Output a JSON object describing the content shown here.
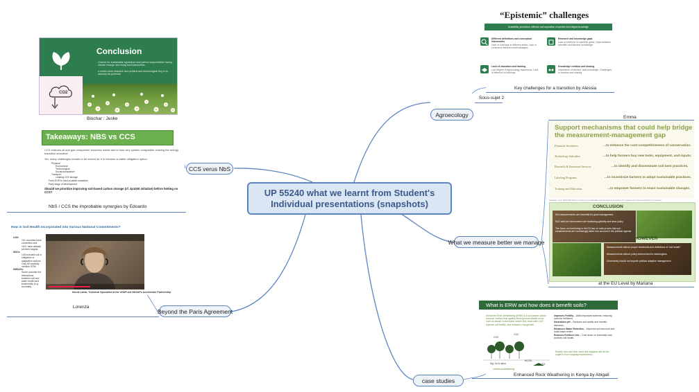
{
  "central": {
    "title": "UP 55240 what we learnt from Student's Individual presentations (snapshots)"
  },
  "topics": {
    "agroecology": "Agroecology",
    "ccs_vs_nbs": "CCS verus NbS",
    "measure": "What we measure better we manage",
    "paris": "Beyond the Paris Agreement",
    "case_studies": "case studies"
  },
  "captions": {
    "biochar": "Biochar : Jeske",
    "nbs_ccs": "NbS / CCS the improbable synergies by Edoardo",
    "soil_health": "Lorenza",
    "alessia": "Key challenges for a transition by Alessia",
    "sous_sujet": "Sous-sujet 2",
    "emma": "Emma",
    "mariana": "at the EU Level by  Mariana",
    "abigail": "Enhanced Rock Weathering in Kenya by Abigail"
  },
  "conclusion_slide": {
    "title": "Conclusion",
    "points": [
      "Chance for sustainable agriculture and carbon sequestration facing climate change and rising food insecurities",
      "A needs more research and political and technological buy-in to advance its potential"
    ],
    "co2": "CO2"
  },
  "takeaways_slide": {
    "title": "Takeaways: NBS vs CCS",
    "line1": "CCS endures oil and gas companies' business model and is thus very system compatible, making the energy transition smoother",
    "line2": "Yet, many challenges remain to be solved for it to become a viable mitigation option.",
    "bullets": [
      "Physical",
      "Economical",
      "Technological",
      "Social acceptance",
      "Transport",
      "Leaking CO2 storage"
    ],
    "line3": "From EOR to hard-to-abate industries",
    "line4": "Early stage of development",
    "question": "Should we prioritize improving soil-based carbon storage (cf. 4p1000 initiative) before betting on CCS?"
  },
  "soil_slide": {
    "title": "How is Soil Health Incorporated into Various National Commitments?",
    "items": [
      {
        "head": "LDN:",
        "text": "101 countries have committed and 100+ have already set their targets."
      },
      {
        "head": "NDCs:",
        "text": "145 included soil in mitigation or adaptation actions. Only 55 explicitly mention SOM"
      },
      {
        "head": "NBSAPs:",
        "text": "Some consider the interactions between soil and water health and biodiversity (e.g. Australia)"
      }
    ],
    "speaker": "Nicole Lavia, Technical Specialist at the UNDP-led NDSAPs Accelerator Partnership"
  },
  "epistemic_slide": {
    "title": "“Epistemic” challenges",
    "banner": "Availability, production, diffusion and acquisition of specific and integral knowledge",
    "boxes": [
      {
        "head": "Different definitions and conceptual frameworks",
        "text": "Lack of coverage in different areas; Lack of coherence between methodologies"
      },
      {
        "head": "Research and knowledge gaps",
        "text": "Lack of evidence of scientific gains; Gaps between scientific and farmers' knowledge"
      },
      {
        "head": "Lack of education and training",
        "text": "Low degree of agroecology awareness; Lack of attention to trainings"
      },
      {
        "head": "Knowledge creation and sharing",
        "text": "Importance of farmers' tacit knowledge; Challenges in creation and sharing"
      }
    ]
  },
  "support_slide": {
    "title": "Support mechanisms that could help bridge the measurement-management gap",
    "rows": [
      {
        "name": "Financial Incentives",
        "text": "...to enhance the cost-competitiveness of conservation."
      },
      {
        "name": "Technology Subsidies",
        "text": "...to help farmers buy new tools, equipment, and inputs."
      },
      {
        "name": "Research & Extension Services",
        "text": "...to identify and disseminate soil best practices."
      },
      {
        "name": "Labeling Programs",
        "text": "...to incentivize farmers to adopt sustainable practices."
      },
      {
        "name": "Training and Education",
        "text": "...to empower farmers to enact sustainable changes."
      }
    ],
    "footnote": "Gallagher et al. (2024) Benefits of measuring sustainable soil management practices for organic and conventional farming systems"
  },
  "eu_slide": {
    "conclusion_head": "CONCLUSION",
    "conclusion_points": [
      "Soil measurements are essential for good management",
      "FAO calls for harmonized soil monitoring globally and clear policy",
      "The focus on monitoring in the EU law on soils proves that soil measurements are increasingly taken into account in the political agenda"
    ],
    "however_head": "HOWEVER",
    "however_points": [
      "Measurements without proper thresholds and definitions of “soil health”",
      "Measurements without policy enforcement is meaningless",
      "Uncertainty should not impede political adaptive management"
    ]
  },
  "erw_slide": {
    "title": "What is ERW and how does it benefit soils?",
    "intro": "Enhanced Rock Weathering (ERW) is a soil-based carbon removal method that applies finely ground silicate rocks, such as basalt, to farmland, where they react with CO2, improve soil fertility, and enhance crop growth.",
    "benefits": [
      {
        "head": "Improves Fertility",
        "text": " – Adds important nutrients, reducing need for fertilizers"
      },
      {
        "head": "Neutralizes pH",
        "text": " – Reduces soil acidity and harmful elements"
      },
      {
        "head": "Enhances Water Retention",
        "text": " – Improves soil structure and holds water better."
      },
      {
        "head": "Reduces Fertilizer Use",
        "text": " – Cuts down on chemicals and protects soil health."
      }
    ],
    "note": "Exactly how and how much this happens will be the subject of our ongoing experiments...",
    "diagram_labels": [
      "CO2",
      "CO2",
      "Mg, Ca & silica",
      "HCO3-",
      "CaCO3",
      "chemical weathering"
    ]
  },
  "colors": {
    "branch": "#5b82c2",
    "central_fill": "#dbe6f4",
    "green_dark": "#2e7d4f",
    "green_title": "#6ab04c",
    "erw_green": "#2f6b3a",
    "support_title": "#8aa04a"
  }
}
